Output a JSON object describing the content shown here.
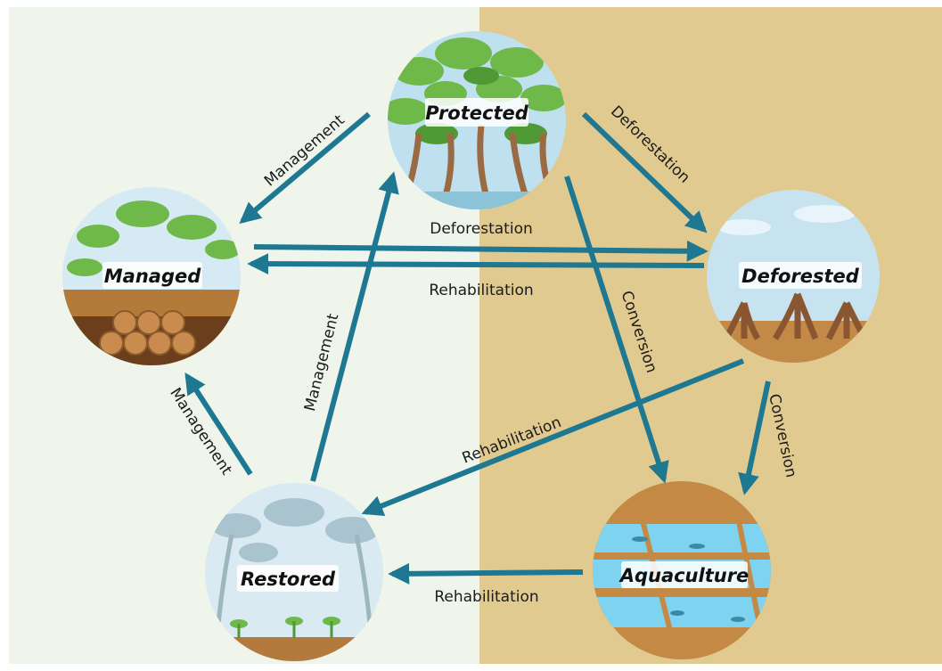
{
  "nodes": {
    "protected": "Protected",
    "managed": "Managed",
    "deforested": "Deforested",
    "restored": "Restored",
    "aquaculture": "Aquaculture"
  },
  "edges": {
    "protected_to_managed": "Management",
    "protected_to_deforested": "Deforestation",
    "managed_to_deforested": "Deforestation",
    "deforested_to_managed": "Rehabilitation",
    "protected_to_aquaculture": "Conversion",
    "deforested_to_aquaculture": "Conversion",
    "deforested_to_restored": "Rehabilitation",
    "restored_to_managed": "Management",
    "restored_to_protected": "Management",
    "aquaculture_to_restored": "Rehabilitation"
  },
  "colors": {
    "arrow": "#1f7891",
    "left_background": "#eff5eb",
    "right_background": "#e0ca8f"
  }
}
